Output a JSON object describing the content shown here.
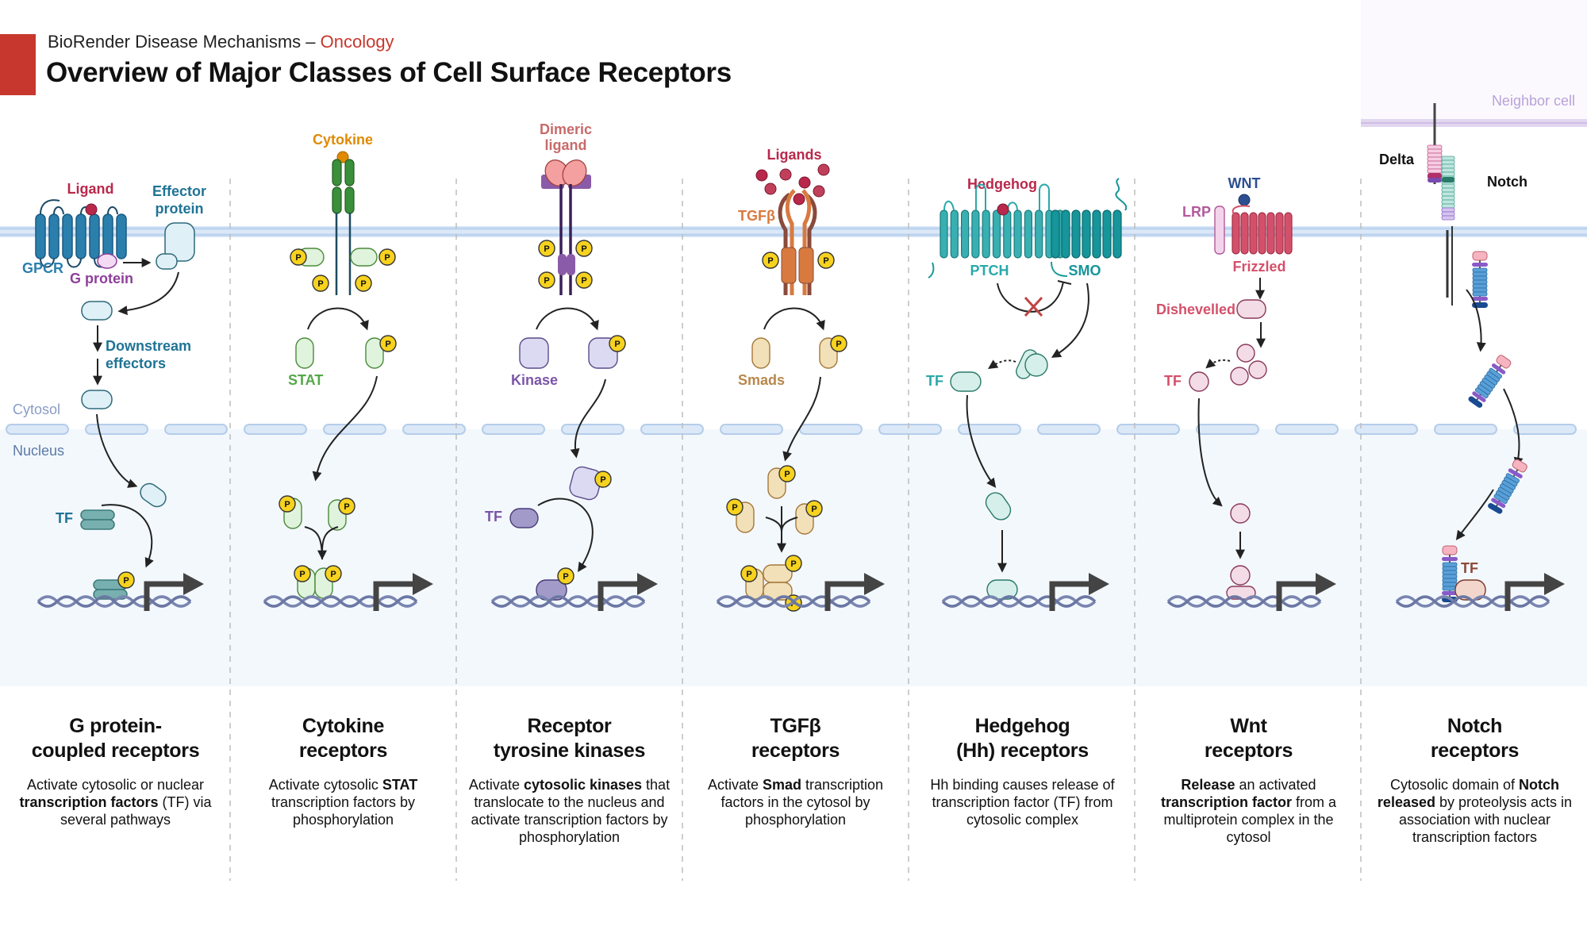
{
  "header": {
    "subtitle_prefix": "BioRender Disease Mechanisms – ",
    "subtitle_accent": "Oncology",
    "title": "Overview of Major Classes of Cell Surface Receptors",
    "accent_color": "#c8372d"
  },
  "regions": {
    "cytosol": "Cytosol",
    "nucleus": "Nucleus",
    "neighbor_cell": "Neighbor cell"
  },
  "phospho_label": "P",
  "columns": [
    {
      "id": "gpcr",
      "heading_line1": "G protein-",
      "heading_line2": "coupled receptors",
      "desc_parts": [
        {
          "t": "Activate cytosolic or nuclear ",
          "b": false
        },
        {
          "t": "transcription factors",
          "b": true
        },
        {
          "t": " (TF) via several pathways",
          "b": false
        }
      ],
      "labels": {
        "ligand": "Ligand",
        "effector_1": "Effector",
        "effector_2": "protein",
        "receptor": "GPCR",
        "g_protein": "G protein",
        "downstream_1": "Downstream",
        "downstream_2": "effectors",
        "tf": "TF"
      }
    },
    {
      "id": "cytokine",
      "heading_line1": "Cytokine",
      "heading_line2": "receptors",
      "desc_parts": [
        {
          "t": "Activate cytosolic ",
          "b": false
        },
        {
          "t": "STAT",
          "b": true
        },
        {
          "t": " transcription factors by phosphorylation",
          "b": false
        }
      ],
      "labels": {
        "ligand": "Cytokine",
        "stat": "STAT"
      }
    },
    {
      "id": "rtk",
      "heading_line1": "Receptor",
      "heading_line2": "tyrosine kinases",
      "desc_parts": [
        {
          "t": "Activate ",
          "b": false
        },
        {
          "t": "cytosolic kinases",
          "b": true
        },
        {
          "t": " that translocate to the nucleus and activate transcription factors by phosphorylation",
          "b": false
        }
      ],
      "labels": {
        "ligand_1": "Dimeric",
        "ligand_2": "ligand",
        "kinase": "Kinase",
        "tf": "TF"
      }
    },
    {
      "id": "tgfb",
      "heading_line1": "TGFβ",
      "heading_line2": "receptors",
      "desc_parts": [
        {
          "t": "Activate ",
          "b": false
        },
        {
          "t": "Smad",
          "b": true
        },
        {
          "t": " transcription factors in the cytosol by phosphorylation",
          "b": false
        }
      ],
      "labels": {
        "ligands": "Ligands",
        "receptor": "TGFβ",
        "smads": "Smads"
      }
    },
    {
      "id": "hedgehog",
      "heading_line1": "Hedgehog",
      "heading_line2": "(Hh) receptors",
      "desc_parts": [
        {
          "t": "Hh binding causes release of transcription factor (TF) from cytosolic complex",
          "b": false
        }
      ],
      "labels": {
        "ligand": "Hedgehog",
        "ptch": "PTCH",
        "smo": "SMO",
        "tf": "TF"
      }
    },
    {
      "id": "wnt",
      "heading_line1": "Wnt",
      "heading_line2": "receptors",
      "desc_parts": [
        {
          "t": "Release",
          "b": true
        },
        {
          "t": " an activated ",
          "b": false
        },
        {
          "t": "transcription factor",
          "b": true
        },
        {
          "t": " from a multiprotein complex in the cytosol",
          "b": false
        }
      ],
      "labels": {
        "ligand": "WNT",
        "lrp": "LRP",
        "frizzled": "Frizzled",
        "dishevelled": "Dishevelled",
        "tf": "TF"
      }
    },
    {
      "id": "notch",
      "heading_line1": "Notch",
      "heading_line2": "receptors",
      "desc_parts": [
        {
          "t": "Cytosolic domain of ",
          "b": false
        },
        {
          "t": "Notch released",
          "b": true
        },
        {
          "t": " by proteolysis acts in association with nuclear transcription factors",
          "b": false
        }
      ],
      "labels": {
        "delta": "Delta",
        "notch": "Notch",
        "tf": "TF"
      }
    }
  ],
  "colors": {
    "gpcr": "#2a7fad",
    "gpcr_text": "#1f7396",
    "ligand_red": "#b8284a",
    "g_protein": "#8e3f9a",
    "cytokine_ligand": "#e08a00",
    "cytokine_receptor": "#3a8f3a",
    "stat": "#55a84a",
    "rtk_ligand": "#c86a6a",
    "kinase": "#7a56a8",
    "tgfb_receptor": "#d87a40",
    "smad": "#b8874a",
    "hedgehog": "#2aa8aa",
    "wnt_ligand": "#2c4f90",
    "frizzled": "#d4506a",
    "lrp": "#b25a9a",
    "neighbor_cell": "#b9a2d8",
    "membrane": "#cfe0f4",
    "nucleus_bg": "#f3f8fd",
    "phospho": "#f7d21e"
  }
}
